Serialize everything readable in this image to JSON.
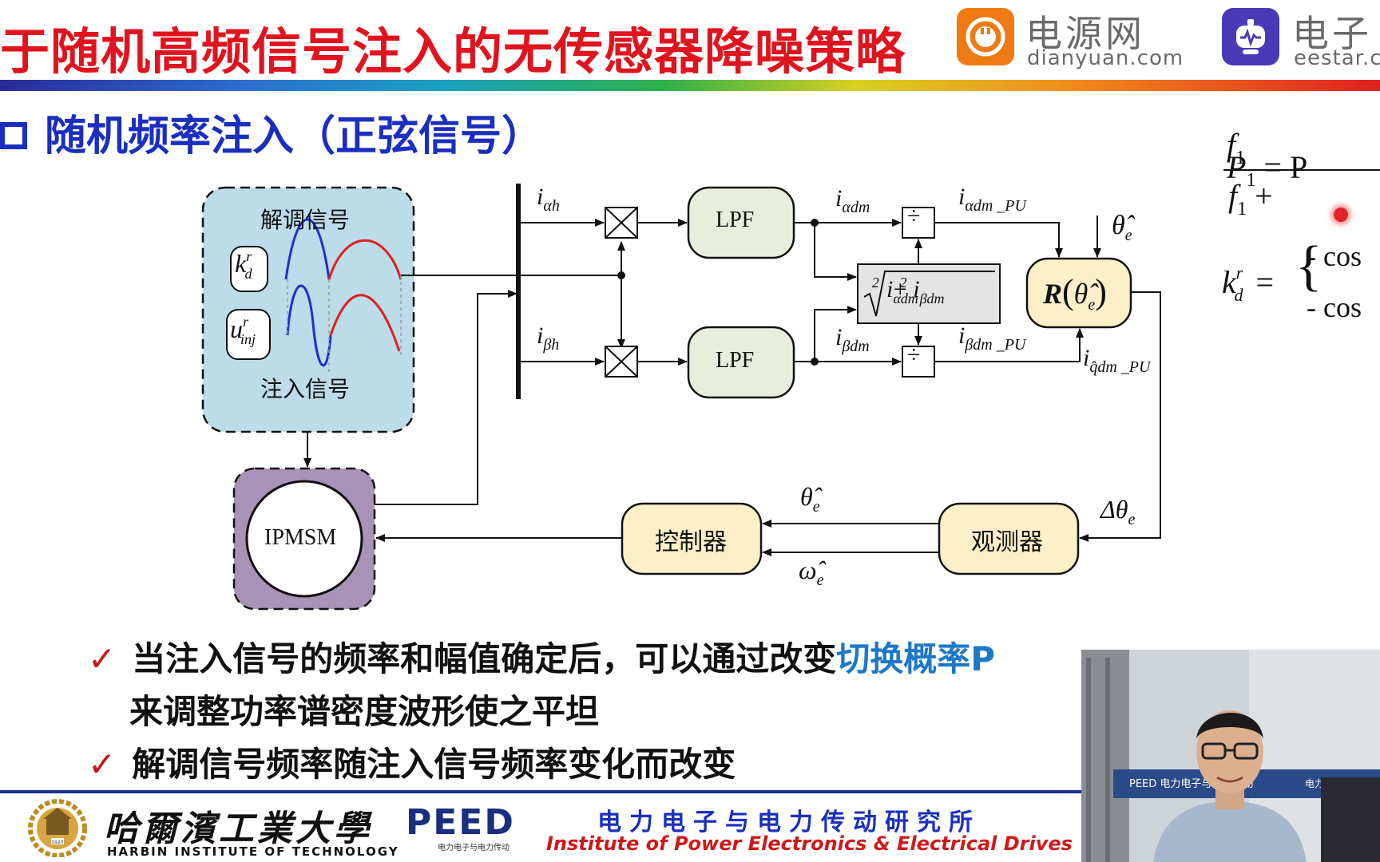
{
  "header": {
    "title": "于随机高频信号注入的无传感器降噪策略",
    "logo1_cn": "电源网",
    "logo1_en": "dianyuan.com",
    "logo2_cn": "电子",
    "logo2_en": "eestar.c"
  },
  "section_title": "随机频率注入（正弦信号）",
  "diagram": {
    "demod_label": "解调信号",
    "inject_label": "注入信号",
    "kd": "k",
    "kd_sup": "r",
    "kd_sub": "d",
    "uinj": "u",
    "uinj_sup": "r",
    "uinj_sub": "inj",
    "lpf_top": "LPF",
    "lpf_bottom": "LPF",
    "i_ah": "i",
    "i_ah_sub": "αh",
    "i_bh": "i",
    "i_bh_sub": "βh",
    "i_adm": "i",
    "i_adm_sub": "αdm",
    "i_bdm": "i",
    "i_bdm_sub": "βdm",
    "i_adm_pu": "i",
    "i_adm_pu_sub": "αdm _PU",
    "i_bdm_pu": "i",
    "i_bdm_pu_sub": "βdm _PU",
    "i_qdm_pu": "i",
    "i_qdm_pu_sub": "q̂dm _PU",
    "theta_hat": "θ̂",
    "theta_sub": "e",
    "omega_hat": "ω̂",
    "omega_sub": "e",
    "delta_theta": "Δθ",
    "delta_theta_sub": "e",
    "rotation_R": "R",
    "sqrt_sum": "+",
    "divide_symbol": "÷",
    "ipmsm": "IPMSM",
    "controller": "控制器",
    "observer": "观测器"
  },
  "formulas": {
    "p1_left": "P",
    "p1_left_sub": "1",
    "p1_eq": "= P",
    "p1_num": "f",
    "p1_num_sub": "1",
    "p1_den": "f",
    "p1_den_sub": "1",
    "p1_den_plus": "+",
    "kd": "k",
    "kd_sup": "r",
    "kd_sub": "d",
    "kd_eq": "=",
    "case1": "- cos",
    "case2": "- cos"
  },
  "bullets": [
    {
      "text": "当注入信号的频率和幅值确定后，可以通过改变",
      "highlight": "切换概率P"
    },
    {
      "text": "解调信号频率随注入信号频率变化而改变"
    }
  ],
  "bullet1_line2": "来调整功率谱密度波形使之平坦",
  "check_mark": "✓",
  "footer": {
    "university_cn": "哈爾濱工業大學",
    "university_en": "HARBIN INSTITUTE OF TECHNOLOGY",
    "university_year": "1920",
    "peed": "PEED",
    "peed_sub": "电力电子与电力传动",
    "institute_cn": "电力电子与电力传动研究所",
    "institute_en": "Institute of Power Electronics & Electrical Drives"
  },
  "webcam": {
    "banner_text": "PEED  电力电子与电力传动",
    "banner_text2": "电力电子与电力传动"
  },
  "colors": {
    "title_red": "#e0141e",
    "section_blue": "#1a2fbf",
    "highlight_blue": "#1e78c8",
    "dash_block_fill": "#bcdce9",
    "motor_block_fill": "#a892b8",
    "lpf_fill": "#e8eedc",
    "ctrl_fill": "#fdefc8",
    "sine_blue": "#1f2fd0",
    "sine_red": "#e02020"
  }
}
